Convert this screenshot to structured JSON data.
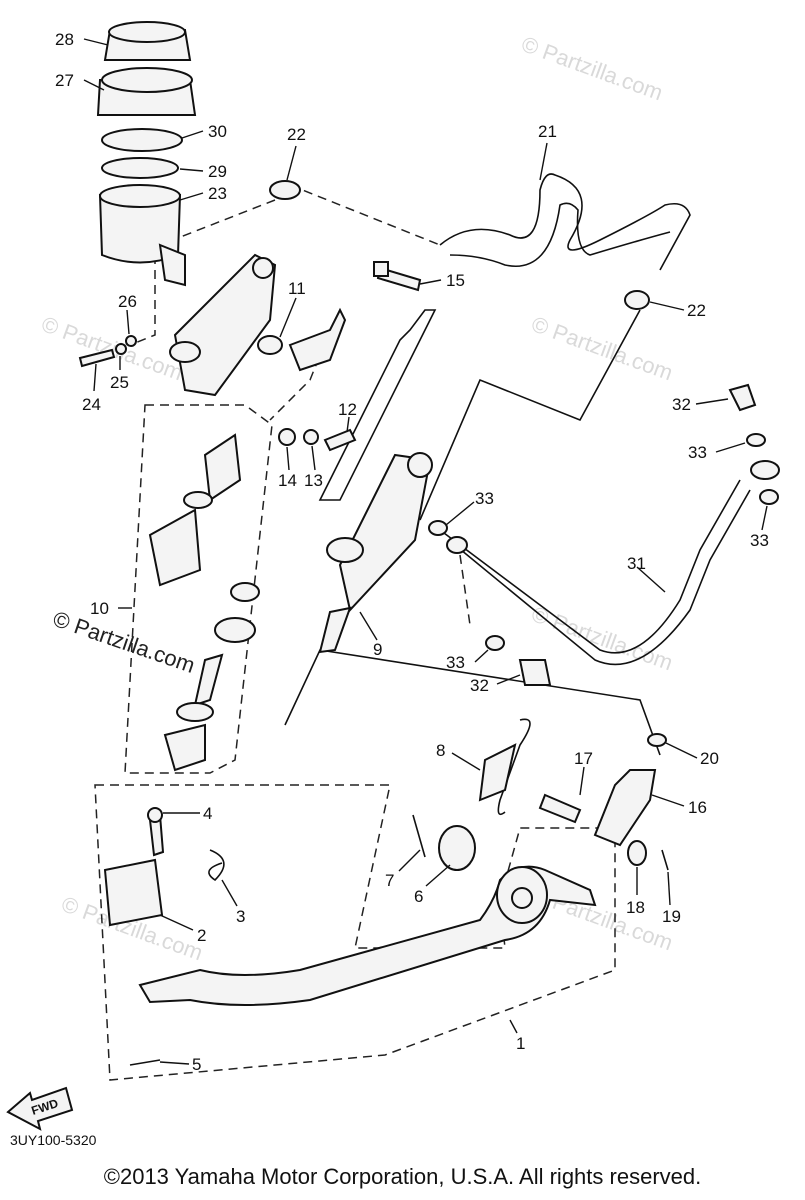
{
  "callouts": [
    "28",
    "27",
    "30",
    "29",
    "23",
    "22",
    "21",
    "15",
    "11",
    "26",
    "25",
    "24",
    "22",
    "32",
    "33",
    "12",
    "14",
    "13",
    "33",
    "10",
    "9",
    "33",
    "31",
    "33",
    "32",
    "8",
    "17",
    "20",
    "16",
    "4",
    "3",
    "7",
    "6",
    "2",
    "18",
    "19",
    "5",
    "1"
  ],
  "watermarks": {
    "corner": "© Partzilla.com",
    "faint": "© Partzilla.com"
  },
  "fwd_label": "FWD",
  "diagram_code": "3UY100-5320",
  "copyright": "©2013  Yamaha Motor Corporation, U.S.A. All rights reserved."
}
